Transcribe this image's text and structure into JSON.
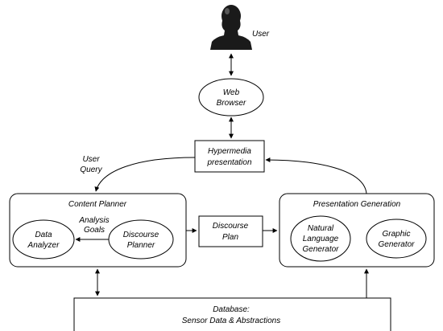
{
  "user": {
    "label": "User"
  },
  "web_browser": {
    "line1": "Web",
    "line2": "Browser"
  },
  "hypermedia": {
    "line1": "Hypermedia",
    "line2": "presentation"
  },
  "user_query": {
    "line1": "User",
    "line2": "Query"
  },
  "content_planner": {
    "title": "Content Planner",
    "data_analyzer": {
      "line1": "Data",
      "line2": "Analyzer"
    },
    "discourse_planner": {
      "line1": "Discourse",
      "line2": "Planner"
    },
    "analysis_goals": {
      "line1": "Analysis",
      "line2": "Goals"
    }
  },
  "discourse_plan": {
    "line1": "Discourse",
    "line2": "Plan"
  },
  "presentation_generation": {
    "title": "Presentation Generation",
    "nlg": {
      "line1": "Natural",
      "line2": "Language",
      "line3": "Generator"
    },
    "graphic": {
      "line1": "Graphic",
      "line2": "Generator"
    }
  },
  "database": {
    "line1": "Database:",
    "line2": "Sensor Data & Abstractions"
  }
}
